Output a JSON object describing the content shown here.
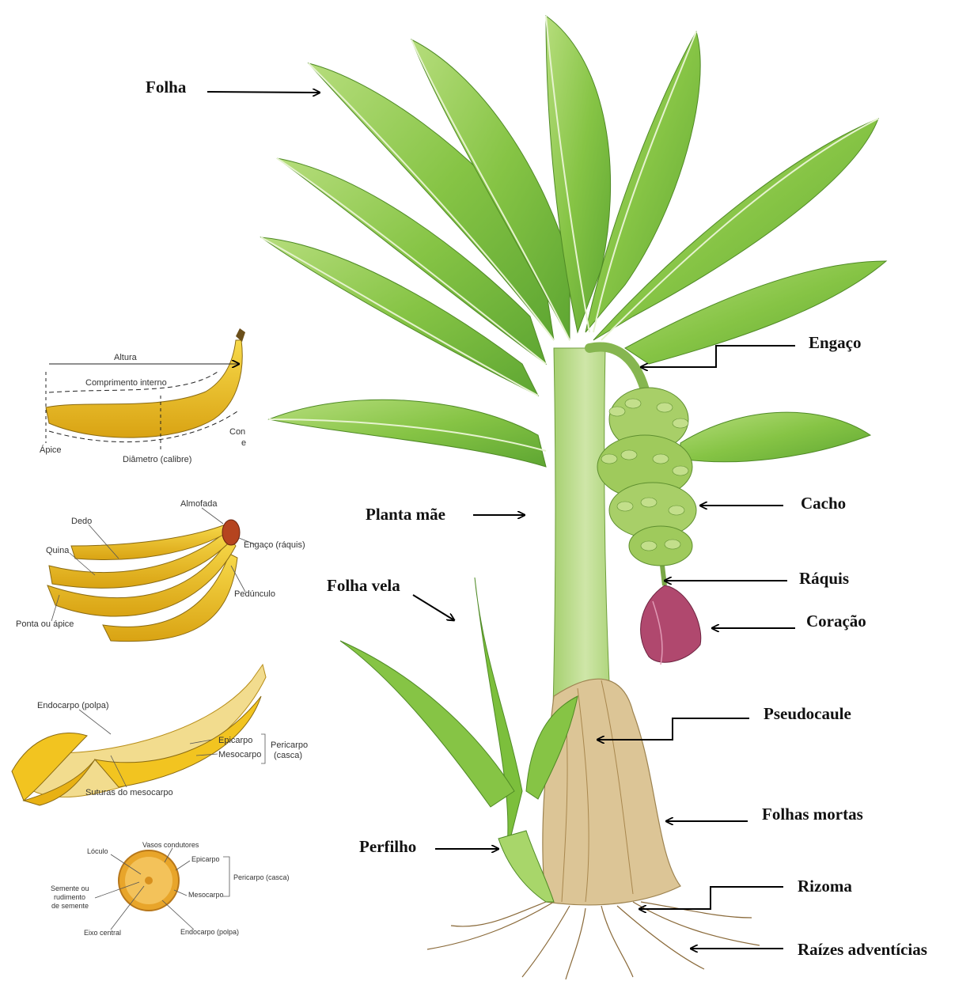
{
  "plant_labels": {
    "folha": "Folha",
    "engaco": "Engaço",
    "cacho": "Cacho",
    "planta_mae": "Planta mãe",
    "raquis": "Ráquis",
    "folha_vela": "Folha vela",
    "coracao": "Coração",
    "pseudocaule": "Pseudocaule",
    "folhas_mortas": "Folhas mortas",
    "perfilho": "Perfilho",
    "rizoma": "Rizoma",
    "raizes": "Raízes adventícias"
  },
  "banana_measure": {
    "altura": "Altura",
    "comprimento": "Comprimento interno",
    "apice": "Ápice",
    "diametro": "Diâmetro (calibre)",
    "cut_line1": "Con",
    "cut_line2": "e"
  },
  "bunch_parts": {
    "almofada": "Almofada",
    "dedo": "Dedo",
    "engaco": "Engaço (ráquis)",
    "quina": "Quina",
    "pedunculo": "Pedúnculo",
    "ponta": "Ponta ou ápice"
  },
  "peeled": {
    "endocarpo": "Endocarpo (polpa)",
    "epicarpo": "Epicarpo",
    "mesocarpo": "Mesocarpo",
    "pericarpo1": "Pericarpo",
    "pericarpo2": "(casca)",
    "suturas": "Suturas do mesocarpo"
  },
  "cross_section": {
    "loculo": "Lóculo",
    "vasos": "Vasos condutores",
    "epicarpo": "Epicarpo",
    "pericarpo": "Pericarpo (casca)",
    "semente1": "Semente ou",
    "semente2": "rudimento",
    "semente3": "de semente",
    "mesocarpo": "Mesocarpo",
    "eixo": "Eixo central",
    "endocarpo": "Endocarpo (polpa)"
  },
  "colors": {
    "leaf_light": "#a8d66a",
    "leaf_mid": "#7cbf3c",
    "leaf_dark": "#4f9a2a",
    "stem": "#b8dc8a",
    "dry": "#d8c08a",
    "banana": "#f2c420",
    "heart": "#b0486e"
  }
}
